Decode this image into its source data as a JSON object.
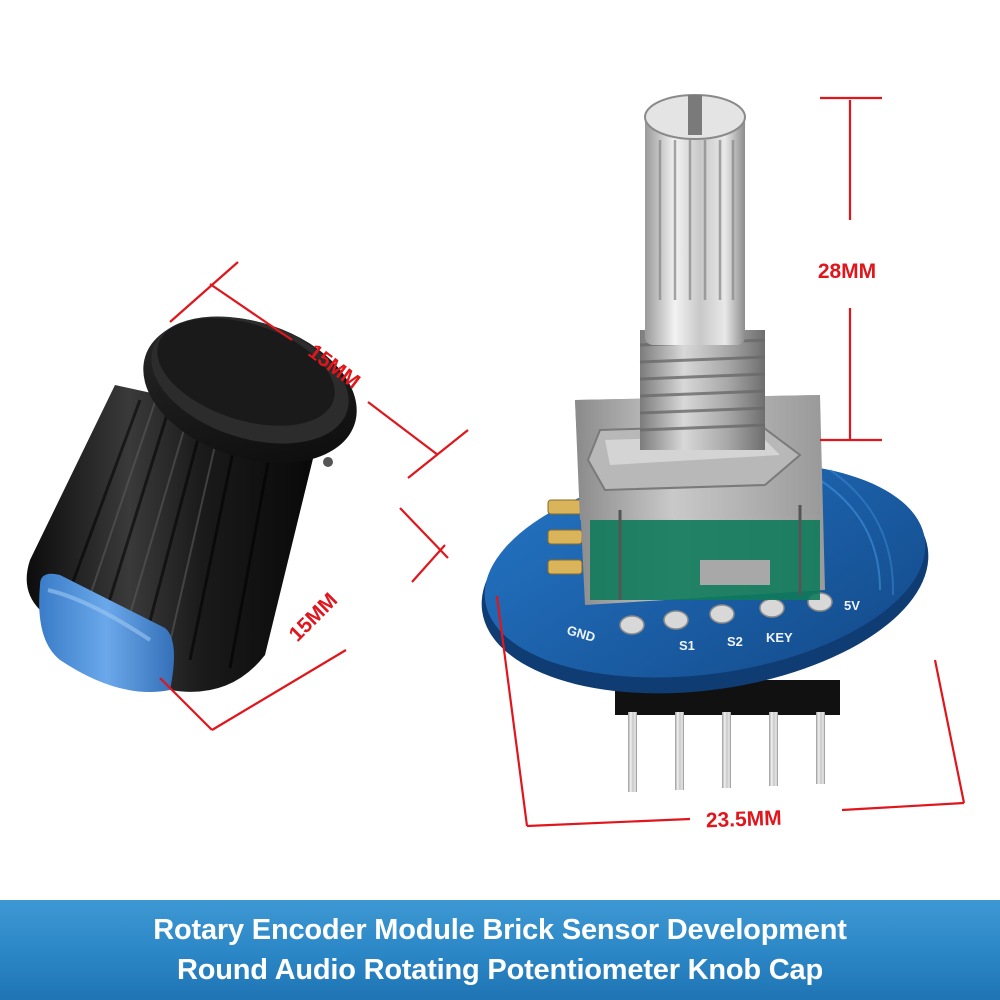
{
  "dimensions": {
    "shaft_height": "28MM",
    "knob_top_diameter": "15MM",
    "knob_height": "15MM",
    "board_width": "23.5MM"
  },
  "pin_labels": [
    "GND",
    "S1",
    "S2",
    "KEY",
    "5V"
  ],
  "caption": {
    "line1": "Rotary Encoder Module Brick Sensor Development",
    "line2": "Round Audio Rotating Potentiometer Knob Cap"
  },
  "colors": {
    "dimension_lines": "#e0161c",
    "banner": "#2b86c6",
    "pcb": "#1a5ea8",
    "knob": "#1c1c1c",
    "knob_tip": "#4f93dc"
  }
}
